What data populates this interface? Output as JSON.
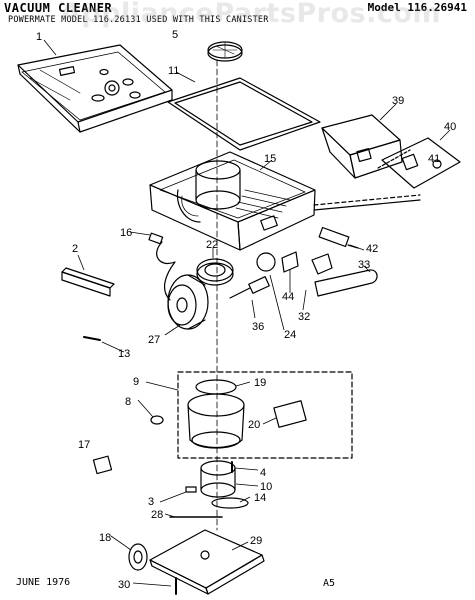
{
  "header": {
    "title": "VACUUM CLEANER",
    "model": "Model 116.26941",
    "powermate_note": "POWERMATE MODEL 116.26131 USED WITH THIS CANISTER"
  },
  "footer": {
    "date": "JUNE 1976",
    "page_code": "A5"
  },
  "watermark": "AppliancePartsPros.com",
  "callouts": [
    "1",
    "5",
    "11",
    "39",
    "40",
    "41",
    "15",
    "2",
    "22",
    "16",
    "42",
    "33",
    "44",
    "32",
    "36",
    "24",
    "27",
    "13",
    "9",
    "19",
    "8",
    "20",
    "17",
    "4",
    "10",
    "3",
    "14",
    "28",
    "18",
    "29",
    "30"
  ],
  "colors": {
    "ink": "#000000",
    "paper": "#ffffff",
    "watermark": "#969696"
  }
}
